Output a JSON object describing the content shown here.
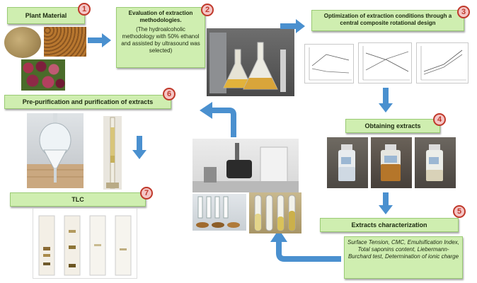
{
  "steps": [
    {
      "num": "1",
      "title": "Plant Material"
    },
    {
      "num": "2",
      "title": "Evaluation of extraction methodologies.",
      "note": "(The hydroalcoholic methodology with 50% ethanol and assisted by ultrasound was selected)"
    },
    {
      "num": "3",
      "title": "Optimization of extraction conditions through a central composite rotational design"
    },
    {
      "num": "4",
      "title": "Obtaining extracts"
    },
    {
      "num": "5",
      "title": "Extracts characterization",
      "details": "Surface Tension, CMC, Emulsification Index, Total saponins content, Liebermann-Burchard test, Determination of ionic charge"
    },
    {
      "num": "6",
      "title": "Pre-purification and purification of extracts"
    },
    {
      "num": "7",
      "title": "TLC"
    }
  ],
  "colors": {
    "label_bg": "#cfeeb0",
    "label_border": "#9acb74",
    "number_ring": "#c0392b",
    "arrow": "#4a90cf"
  },
  "icons": [
    "arrow-right",
    "arrow-down",
    "arrow-left",
    "arrow-up"
  ]
}
